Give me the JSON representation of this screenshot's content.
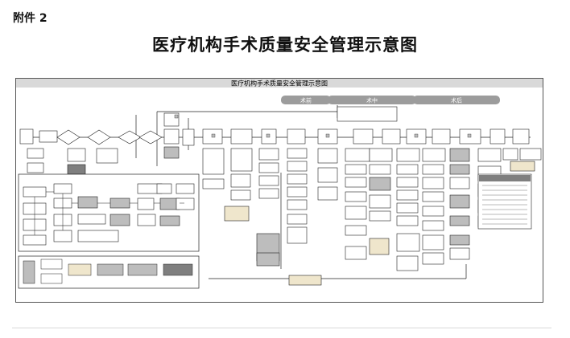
{
  "page": {
    "annex_label": "附件 2",
    "title": "医疗机构手术质量安全管理示意图"
  },
  "figure": {
    "banner": "医疗机构手术质量安全管理示意图",
    "phases": [
      "术前",
      "术中",
      "术后"
    ],
    "colors": {
      "banner_bg": "#d9d9d9",
      "phase_bg": "#9c9c9c",
      "node_light": "#ffffff",
      "node_gray": "#bdbdbd",
      "node_dark": "#7f7f7f",
      "node_tan": "#efe6cc",
      "line": "#222222"
    }
  }
}
